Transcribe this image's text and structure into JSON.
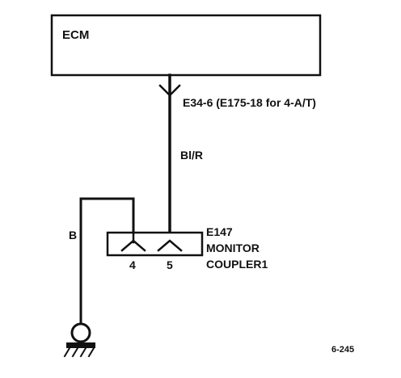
{
  "ecm": {
    "label": "ECM"
  },
  "ecm_terminal": {
    "label": "E34-6 (E175-18 for 4-A/T)"
  },
  "wires": {
    "signal_color": "Bl/R",
    "ground_color": "B"
  },
  "coupler": {
    "id": "E147",
    "name_line1": "MONITOR",
    "name_line2": "COUPLER1",
    "pins": [
      "4",
      "5"
    ]
  },
  "figure_number": "6-245",
  "colors": {
    "ink": "#111111",
    "background": "#ffffff"
  }
}
